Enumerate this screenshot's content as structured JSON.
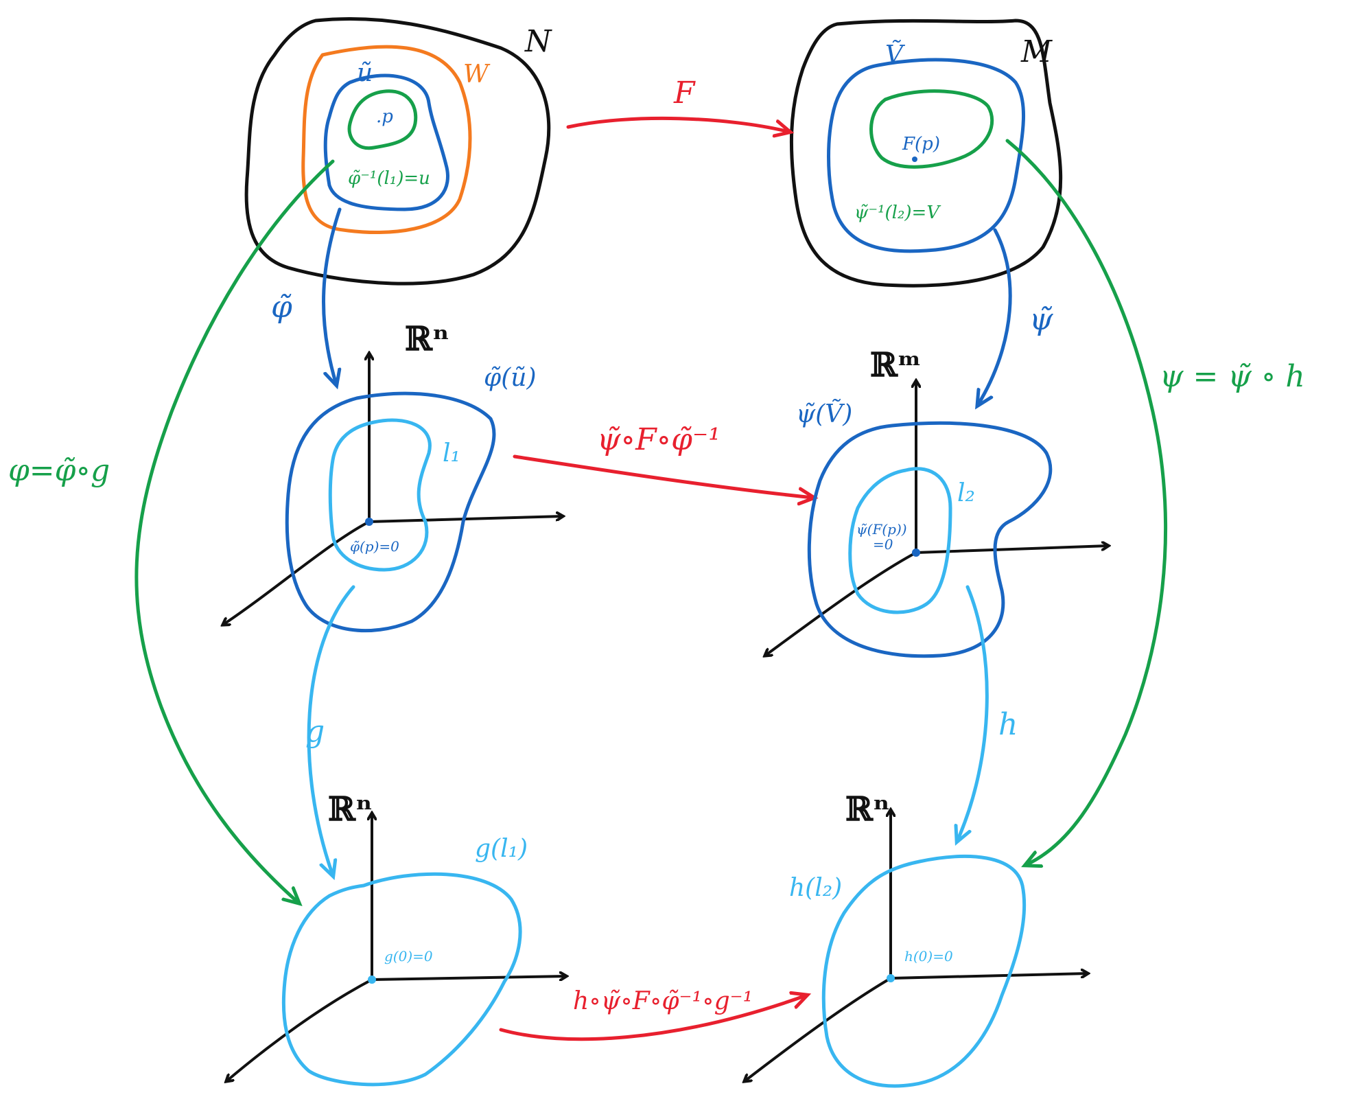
{
  "colors": {
    "black": "#111111",
    "blue": "#1a66c2",
    "light_blue": "#38b6f0",
    "green": "#16a04a",
    "orange": "#f47a1f",
    "red": "#e8202e"
  },
  "manifolds": {
    "N": "N",
    "M": "M",
    "W": "W",
    "U_tilde": "ũ",
    "V_tilde": "Ṽ",
    "p": ".p",
    "F_p": "F(p)",
    "U_def": "φ̃⁻¹(l₁)=u",
    "V_def": "ψ̃⁻¹(l₂)=V"
  },
  "maps": {
    "F": "F",
    "phi_tilde": "φ̃",
    "psi_tilde": "ψ̃",
    "g": "g",
    "h": "h",
    "phi_eq": "φ=φ̃∘g",
    "psi_eq": "ψ = ψ̃ ∘ h",
    "middle_composite": "ψ̃∘F∘φ̃⁻¹",
    "bottom_composite": "h∘ψ̃∘F∘φ̃⁻¹∘g⁻¹"
  },
  "spaces": {
    "Rn_top": "ℝⁿ",
    "Rm": "ℝᵐ",
    "Rn_bottom_left": "ℝⁿ",
    "Rn_bottom_right": "ℝⁿ",
    "phi_U": "φ̃(ũ)",
    "psi_V": "ψ̃(Ṽ)",
    "l1": "l₁",
    "l2": "l₂",
    "g_l1": "g(l₁)",
    "h_l2": "h(l₂)",
    "phi_p_zero": "φ̃(p)=0",
    "psi_Fp": "ψ̃(F(p))",
    "psi_Fp_zero": "=0",
    "g0": "g(0)=0",
    "h0": "h(0)=0"
  }
}
